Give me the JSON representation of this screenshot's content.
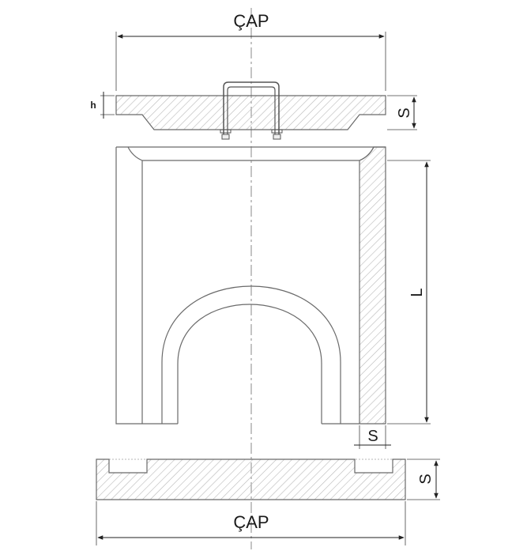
{
  "labels": {
    "top_diameter": "ÇAP",
    "bottom_diameter": "ÇAP",
    "lid_h": "h",
    "lid_thickness": "S",
    "body_length": "L",
    "wall_thickness": "S",
    "base_thickness": "S"
  },
  "colors": {
    "line": "#6a6a6a",
    "hatch": "#b9b9b9",
    "dimension": "#222222",
    "h_label": "#1a2a5a"
  }
}
